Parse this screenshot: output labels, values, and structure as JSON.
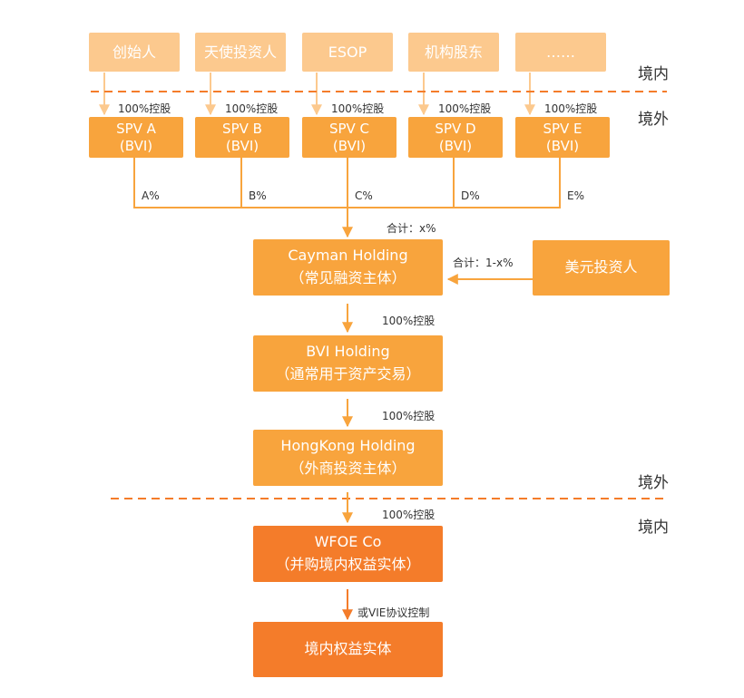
{
  "shareholders": [
    "创始人",
    "天使投资人",
    "ESOP",
    "机构股东",
    "……"
  ],
  "spvs": [
    {
      "line1": "SPV A",
      "line2": "(BVI)",
      "pct": "A%"
    },
    {
      "line1": "SPV B",
      "line2": "(BVI)",
      "pct": "B%"
    },
    {
      "line1": "SPV C",
      "line2": "(BVI)",
      "pct": "C%"
    },
    {
      "line1": "SPV D",
      "line2": "(BVI)",
      "pct": "D%"
    },
    {
      "line1": "SPV E",
      "line2": "(BVI)",
      "pct": "E%"
    }
  ],
  "control_label": "100%控股",
  "regions": {
    "domestic": "境内",
    "overseas": "境外"
  },
  "total_label": "合计：x%",
  "investor": {
    "name": "美元投资人",
    "label": "合计：1-x%"
  },
  "cayman": {
    "line1": "Cayman Holding",
    "line2": "（常见融资主体）"
  },
  "bvi": {
    "line1": "BVI Holding",
    "line2": "（通常用于资产交易）"
  },
  "hk": {
    "line1": "HongKong Holding",
    "line2": "（外商投资主体）"
  },
  "wfoe": {
    "line1": "WFOE Co",
    "line2": "（并购境内权益实体）"
  },
  "vie_label": "或VIE协议控制",
  "domestic_entity": "境内权益实体",
  "colors": {
    "light": "#fcc98e",
    "orange": "#f8a43d",
    "deep": "#f47c2a",
    "dashed": "#f47c2a"
  }
}
